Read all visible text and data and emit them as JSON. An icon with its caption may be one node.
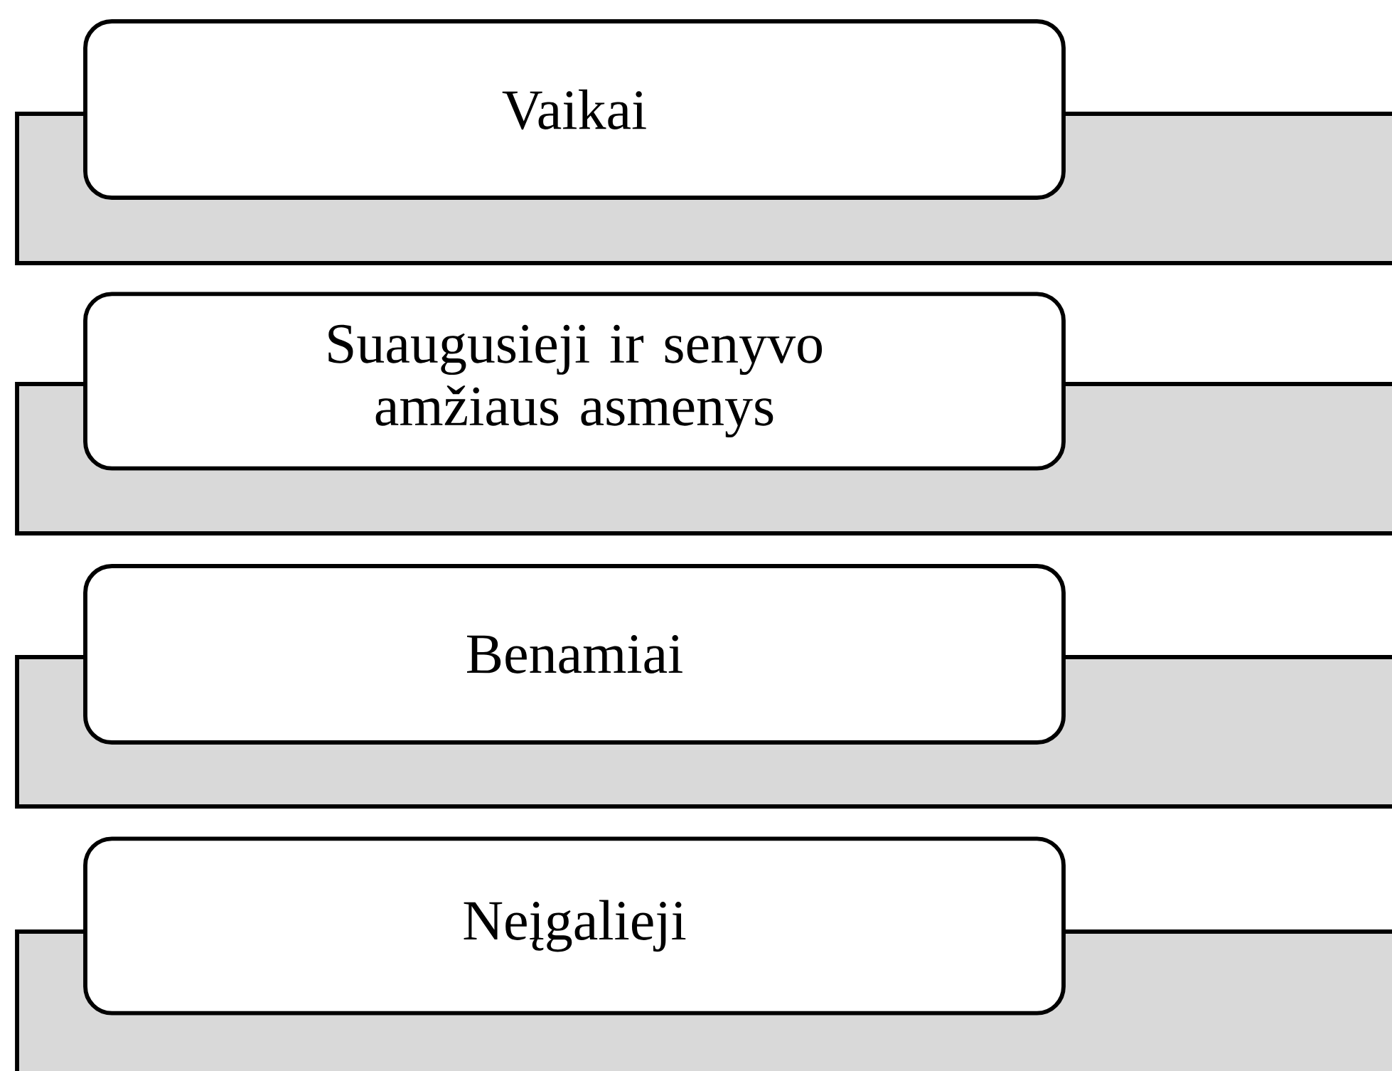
{
  "diagram": {
    "nodes": [
      {
        "text": [
          "Vaikai"
        ]
      },
      {
        "text": [
          "Suaugusieji ir senyvo amžiaus asmenys"
        ]
      },
      {
        "text": [
          "Benamiai"
        ]
      },
      {
        "text": [
          "Neįgalieji"
        ]
      }
    ]
  }
}
